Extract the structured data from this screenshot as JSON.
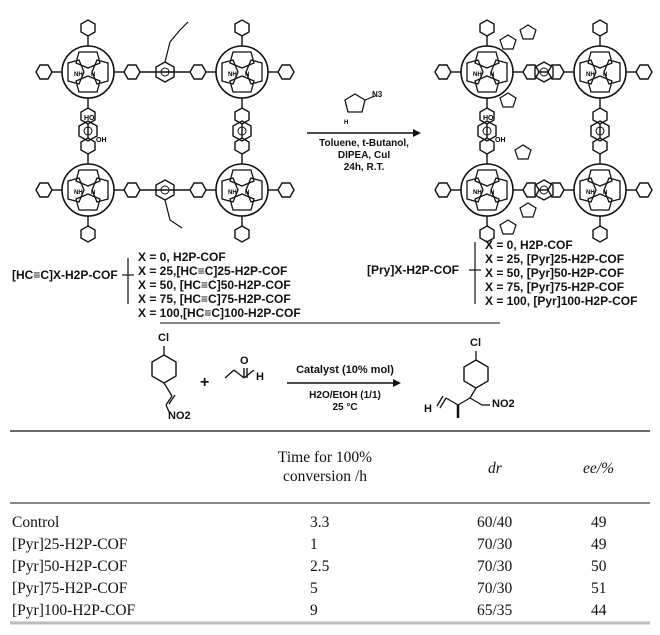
{
  "reaction1": {
    "reagent": "N3",
    "conditions": [
      "Toluene, t-Butanol,",
      "DIPEA, CuI",
      "24h, R.T."
    ],
    "left_series_label": "[HC≡C]X-H2P-COF",
    "left_items": [
      "X = 0, H2P-COF",
      "X = 25,[HC≡C]25-H2P-COF",
      "X = 50, [HC≡C]50-H2P-COF",
      "X = 75, [HC≡C]75-H2P-COF",
      "X = 100,[HC≡C]100-H2P-COF"
    ],
    "right_series_label": "[Pry]X-H2P-COF",
    "right_items": [
      "X = 0, H2P-COF",
      "X = 25, [Pyr]25-H2P-COF",
      "X = 50, [Pyr]50-H2P-COF",
      "X = 75, [Pyr]75-H2P-COF",
      "X = 100, [Pyr]100-H2P-COF"
    ]
  },
  "reaction2": {
    "catalyst": "Catalyst (10% mol)",
    "solvent": "H2O/EtOH (1/1)",
    "temperature": "25 °C",
    "plus": "+",
    "substituents": {
      "cl": "Cl",
      "no2": "NO2",
      "h": "H",
      "o": "O"
    }
  },
  "table": {
    "headers": {
      "time_line1": "Time for 100%",
      "time_line2": "conversion /h",
      "dr": "dr",
      "ee": "ee/%"
    },
    "rows": [
      {
        "catalyst": "Control",
        "time": "3.3",
        "dr": "60/40",
        "ee": "49"
      },
      {
        "catalyst": "[Pyr]25-H2P-COF",
        "time": "1",
        "dr": "70/30",
        "ee": "49"
      },
      {
        "catalyst": "[Pyr]50-H2P-COF",
        "time": "2.5",
        "dr": "70/30",
        "ee": "50"
      },
      {
        "catalyst": "[Pyr]75-H2P-COF",
        "time": "5",
        "dr": "70/30",
        "ee": "51"
      },
      {
        "catalyst": "[Pyr]100-H2P-COF",
        "time": "9",
        "dr": "65/35",
        "ee": "44"
      }
    ]
  }
}
